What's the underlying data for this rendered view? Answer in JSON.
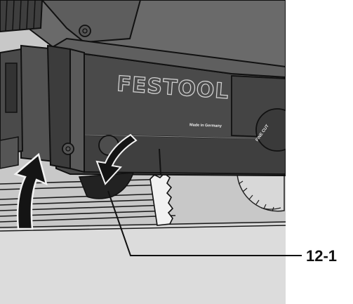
{
  "figure": {
    "callout_label": "12-1",
    "brand_logo": "FESTOOL",
    "housing_marking": "Made in Germany",
    "dial_marking": "FINE CUT"
  },
  "colors": {
    "page_background": "#ffffff",
    "scene_background": "#c8c8c8",
    "workpiece": "#dcdcdc",
    "housing_dark": "#454545",
    "housing_mid": "#5a5a5a",
    "outline": "#111111",
    "arrow_fill": "#141414",
    "lever_fill": "#222222"
  },
  "icons": {
    "push_up_arrow": "curved-arrow-up-icon",
    "press_down_arrow": "curved-arrow-down-icon",
    "screws": "torx-screw-icon"
  }
}
